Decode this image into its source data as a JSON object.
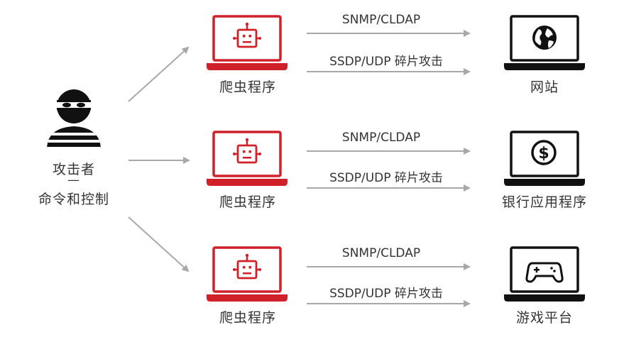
{
  "attacker": {
    "label": "攻击者",
    "divider": "—",
    "sublabel": "命令和控制"
  },
  "bots": [
    {
      "label": "爬虫程序"
    },
    {
      "label": "爬虫程序"
    },
    {
      "label": "爬虫程序"
    }
  ],
  "protocols": {
    "snmp": "SNMP/CLDAP",
    "ssdp": "SSDP/UDP 碎片攻击"
  },
  "targets": [
    {
      "label": "网站",
      "icon": "globe-icon"
    },
    {
      "label": "银行应用程序",
      "icon": "dollar-icon"
    },
    {
      "label": "游戏平台",
      "icon": "gamepad-icon"
    }
  ],
  "colors": {
    "bot": "#d0202a",
    "target": "#111111",
    "arrow": "#a8a8a8"
  }
}
